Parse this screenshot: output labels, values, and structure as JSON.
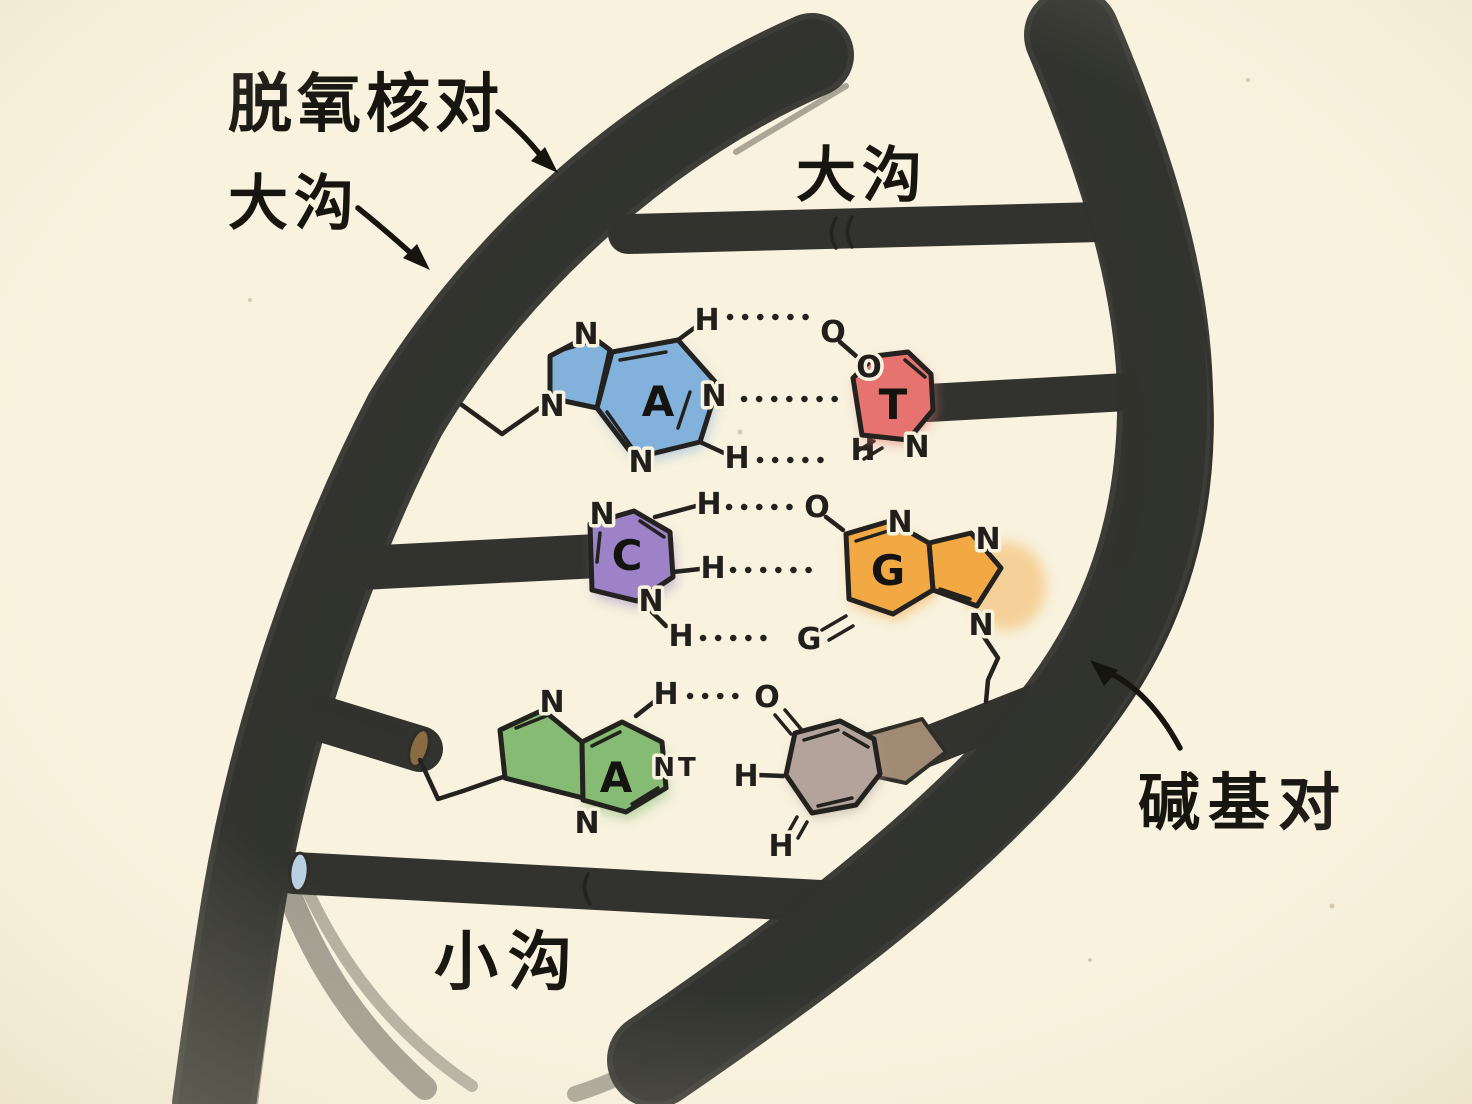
{
  "figure": "hand-drawn watercolor DNA double helix with base pairs",
  "labels": {
    "deoxyribose_strand": "脱氧核对",
    "major_groove_left": "大沟",
    "major_groove_top": "大沟",
    "minor_groove": "小沟",
    "base_pair": "碱基对"
  },
  "bases": {
    "adenine_top": "A",
    "thymine": "T",
    "cytosine": "C",
    "guanine": "G",
    "adenine_bottom": "A"
  },
  "atoms": {
    "nitrogen": "N",
    "hydrogen": "H",
    "oxygen": "O",
    "g_label": "G",
    "nt_label": "NT"
  },
  "colors": {
    "paper": "#f8f2de",
    "ink": "#2a2824",
    "strand_teal": "#a9cac1",
    "strand_gray_green": "#93ada4",
    "rung_blue": "#9fc3e0",
    "rung_brown": "#b3906b",
    "rung_purple": "#b7a4d1",
    "adenine_blue": "#82b1dc",
    "thymine_red": "#e6736f",
    "cytosine_purple": "#9d82c8",
    "guanine_orange": "#f2a944",
    "adenine_green": "#85bb72",
    "thymine_gray": "#b4a39b"
  }
}
